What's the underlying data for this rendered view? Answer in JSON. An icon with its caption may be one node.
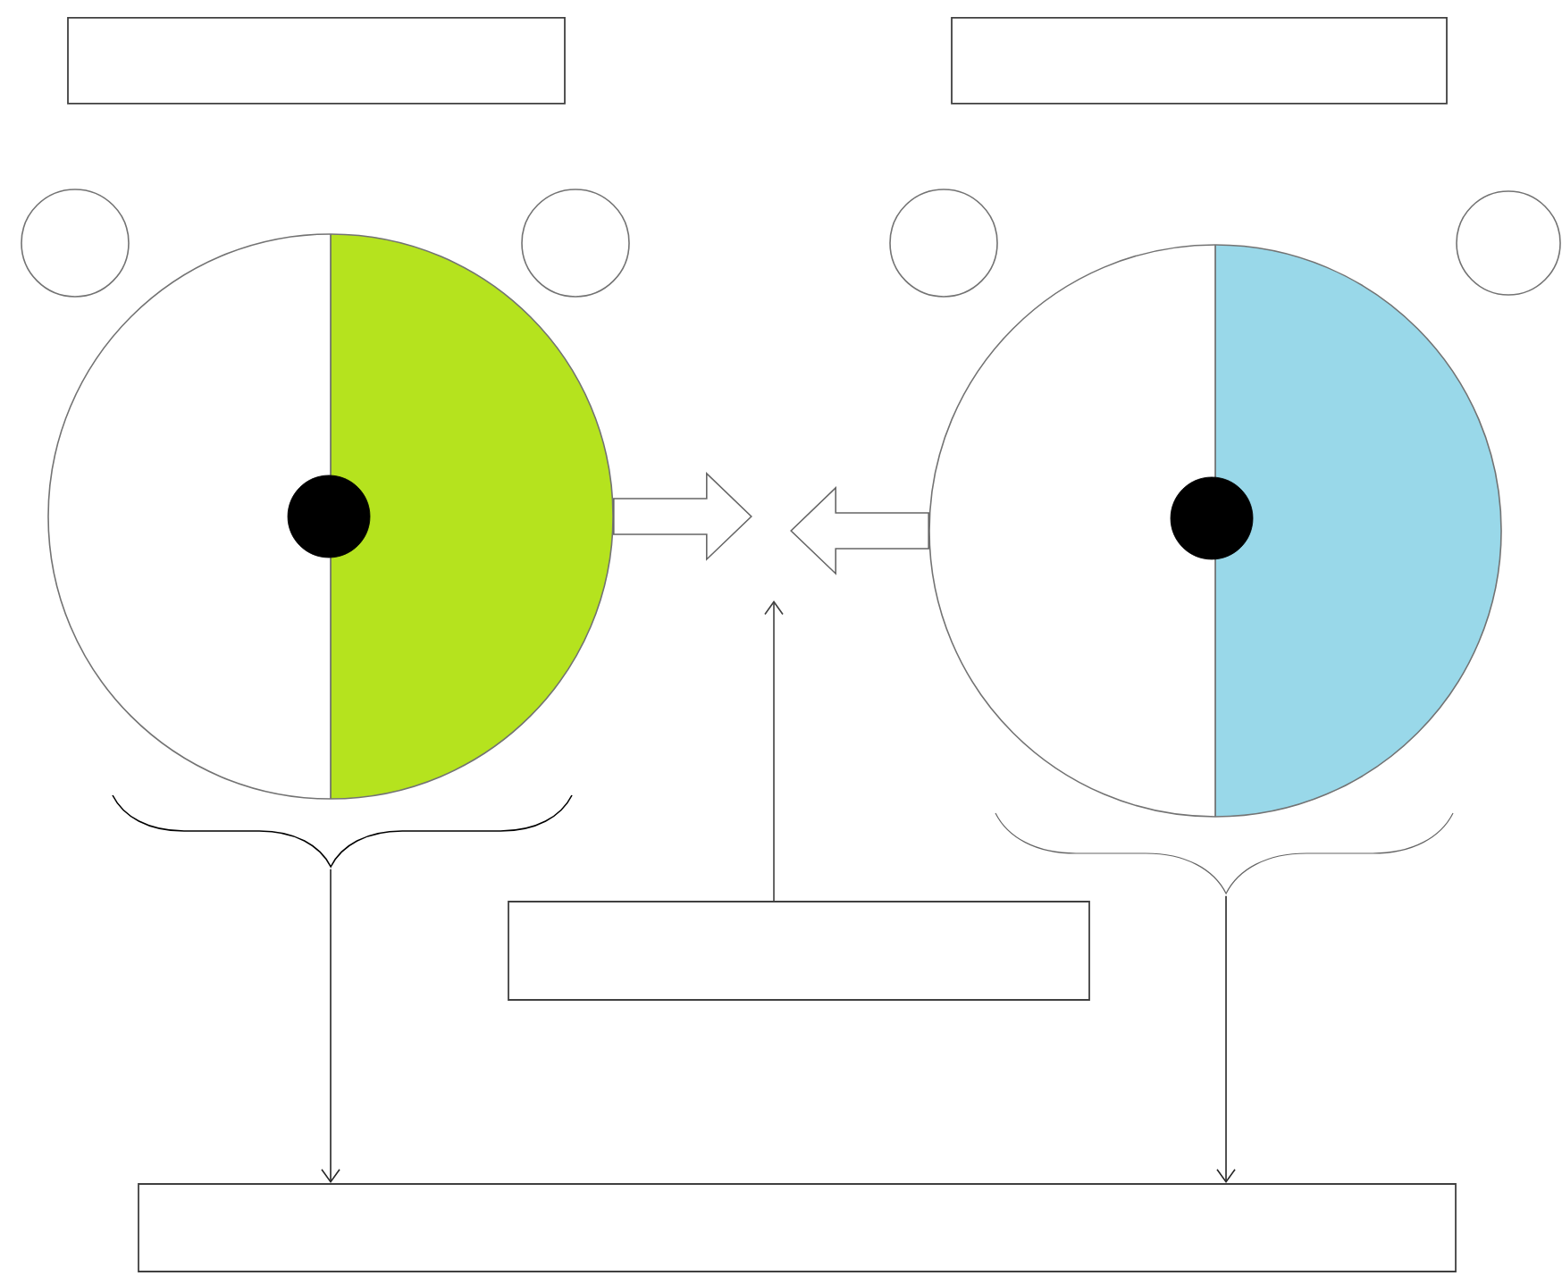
{
  "diagram": {
    "nodes": [
      {
        "text": [],
        "shape": "box"
      },
      {
        "text": [],
        "shape": "box"
      },
      {
        "text": [],
        "shape": "circle"
      },
      {
        "text": [],
        "shape": "circle"
      },
      {
        "text": [],
        "shape": "circle"
      },
      {
        "text": [],
        "shape": "circle"
      },
      {
        "text": [],
        "shape": "circle"
      },
      {
        "text": [],
        "shape": "circle",
        "in": 6
      },
      {
        "text": [],
        "shape": "circle"
      },
      {
        "text": [],
        "shape": "circle",
        "in": 8
      },
      {
        "text": [],
        "shape": "box"
      },
      {
        "text": [],
        "shape": "box"
      }
    ],
    "edges": [
      {
        "from": 6,
        "to": null,
        "arrow": "to"
      },
      {
        "from": 8,
        "to": null,
        "arrow": "to"
      },
      {
        "from": 10,
        "to": null,
        "arrow": "to"
      },
      {
        "from": 6,
        "to": 11,
        "arrow": "to"
      },
      {
        "from": 8,
        "to": 11,
        "arrow": "to"
      }
    ]
  }
}
